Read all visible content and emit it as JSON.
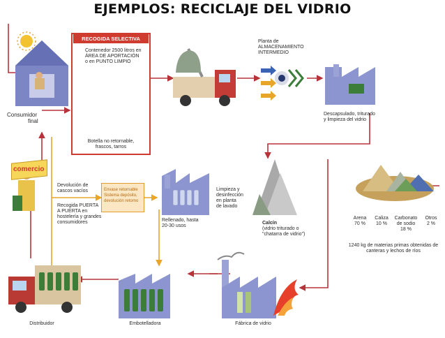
{
  "title": "EJEMPLOS: RECICLAJE DEL VIDRIO",
  "labels": {
    "recogida": "RECOGIDA SELECTIVA",
    "contenedor": [
      "Contenedor 2500 litros en",
      "ÁREA DE APORTACIÓN",
      "o en PUNTO LIMPIO"
    ],
    "botella": [
      "Botella no retornable,",
      "frascos, tarros"
    ],
    "planta": [
      "Planta de",
      "ALMACENAMIENTO",
      "INTERMEDIO"
    ],
    "consumidor": [
      "Consumidor",
      "final"
    ],
    "descapsulado": [
      "Descapsulado, triturado",
      "y limpieza del vidrio"
    ],
    "comercio": "comercio",
    "devolucion": [
      "Devolución de",
      "cascos vacíos"
    ],
    "recogida_puerta": [
      "Recogida PUERTA",
      "A PUERTA en",
      "hostelería y grandes",
      "consumidores"
    ],
    "envase": [
      "Envase retornable",
      "Sistema depósito,",
      "devolución retorno"
    ],
    "rellenado": [
      "Rellenado, hasta",
      "20-30 usos"
    ],
    "limpieza": [
      "Limpieza y",
      "desinfección",
      "en planta",
      "de lavado"
    ],
    "calcin": [
      "Calcín",
      "(vidrio triturado o",
      "\"chatarra de vidrio\")"
    ],
    "arena": [
      "Arena",
      "70 %"
    ],
    "caliza": [
      "Caliza",
      "10 %"
    ],
    "carbonato": [
      "Carbonato",
      "de sodio",
      "18 %"
    ],
    "otros": [
      "Otros",
      "2 %"
    ],
    "materias": [
      "1240 kg de materias primas obtenidas de",
      "canteras y lechos de ríos"
    ],
    "distribuidor": "Distribuidor",
    "embotelladora": "Embotelladora",
    "fabrica": "Fábrica de vidrio"
  },
  "colors": {
    "flow_line": "#b8323a",
    "return_line": "#e8a52a",
    "accent_red": "#cf3b2e",
    "house": "#7c86c4",
    "factory": "#8c95cf",
    "bottle": "#3c7d3a",
    "truck": "#b93a35"
  }
}
